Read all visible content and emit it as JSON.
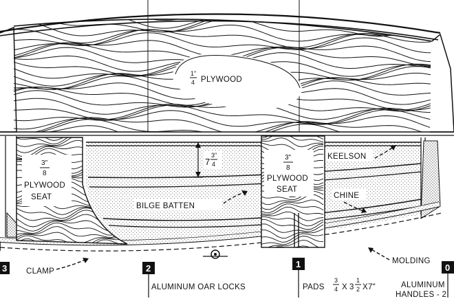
{
  "labels": {
    "deck_plywood": "PLYWOOD",
    "deck_fraction_num": "1\"",
    "deck_fraction_den": "4",
    "seat_left_fraction_num": "3\"",
    "seat_left_fraction_den": "8",
    "seat_left_line1": "PLYWOOD",
    "seat_left_line2": "SEAT",
    "seat_mid_fraction_num": "3\"",
    "seat_mid_fraction_den": "8",
    "seat_mid_line1": "PLYWOOD",
    "seat_mid_line2": "SEAT",
    "dim_whole": "7",
    "dim_num": "3\"",
    "dim_den": "4",
    "keelson": "KEELSON",
    "chine": "CHINE",
    "bilge_batten": "BILGE BATTEN",
    "clamp": "CLAMP",
    "molding": "MOLDING"
  },
  "station_markers": [
    {
      "number": "3"
    },
    {
      "number": "2"
    },
    {
      "number": "1"
    },
    {
      "number": "0"
    }
  ],
  "captions": {
    "oar_locks": "ALUMINUM OAR LOCKS",
    "pads_prefix": "PADS",
    "pads_a_num": "3",
    "pads_a_den": "4",
    "pads_b_whole": "3",
    "pads_b_num": "1",
    "pads_b_den": "2",
    "pads_x1": "X",
    "pads_x2": "X7\"",
    "handles_line1": "ALUMINUM",
    "handles_line2": "HANDLES - 2"
  }
}
